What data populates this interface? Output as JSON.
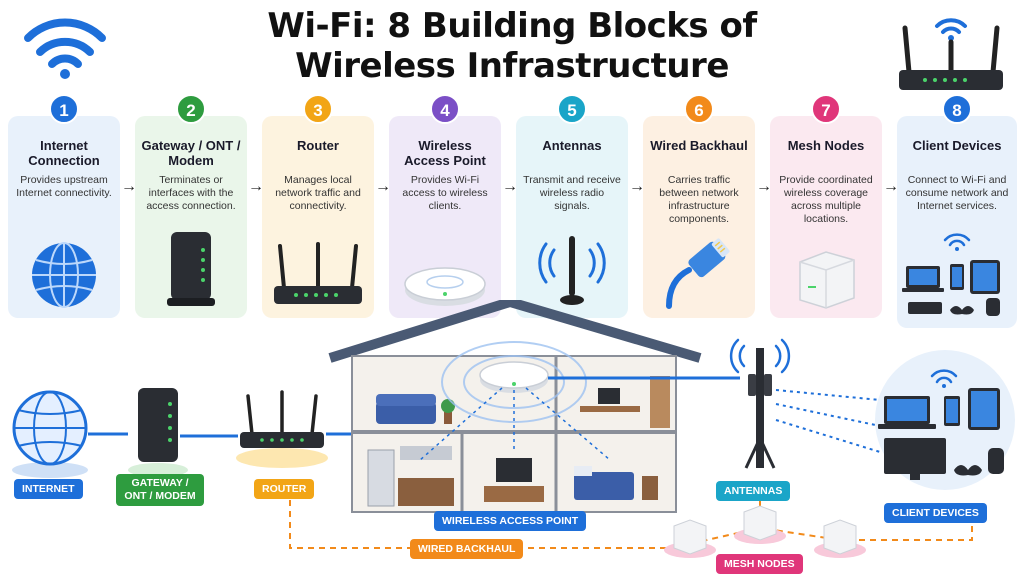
{
  "title_line1": "Wi-Fi: 8 Building Blocks of",
  "title_line2": "Wireless Infrastructure",
  "cards": [
    {
      "num": "1",
      "title": "Internet Connection",
      "desc": "Provides upstream Internet connectivity.",
      "color": "#1e6fd9",
      "bg": "#e8f1fb",
      "icon": "globe-icon"
    },
    {
      "num": "2",
      "title": "Gateway / ONT / Modem",
      "desc": "Terminates or interfaces with the access connection.",
      "color": "#2e9c3f",
      "bg": "#eaf6ea",
      "icon": "modem-icon"
    },
    {
      "num": "3",
      "title": "Router",
      "desc": "Manages local network traffic and connectivity.",
      "color": "#f2a516",
      "bg": "#fdf3df",
      "icon": "router-icon"
    },
    {
      "num": "4",
      "title": "Wireless Access Point",
      "desc": "Provides Wi-Fi access to wireless clients.",
      "color": "#7b4fc6",
      "bg": "#efe9f8",
      "icon": "access-point-icon"
    },
    {
      "num": "5",
      "title": "Antennas",
      "desc": "Transmit and receive wireless radio signals.",
      "color": "#1aa5c8",
      "bg": "#e6f5f9",
      "icon": "antenna-icon"
    },
    {
      "num": "6",
      "title": "Wired Backhaul",
      "desc": "Carries traffic between network infrastructure components.",
      "color": "#f28a1a",
      "bg": "#fdf0e2",
      "icon": "ethernet-cable-icon"
    },
    {
      "num": "7",
      "title": "Mesh Nodes",
      "desc": "Provide coordinated wireless coverage across multiple locations.",
      "color": "#e0367a",
      "bg": "#fbe9f0",
      "icon": "mesh-node-icon"
    },
    {
      "num": "8",
      "title": "Client Devices",
      "desc": "Connect to Wi-Fi and consume network and Internet services.",
      "color": "#1e6fd9",
      "bg": "#e8f1fb",
      "icon": "devices-icon"
    }
  ],
  "arrow_glyph": "→",
  "diagram_labels": {
    "internet": "INTERNET",
    "gateway": "GATEWAY / ONT / MODEM",
    "router": "ROUTER",
    "wap": "WIRELESS ACCESS POINT",
    "antennas": "ANTENNAS",
    "client": "CLIENT DEVICES",
    "backhaul": "WIRED BACKHAUL",
    "mesh": "MESH NODES"
  },
  "colors": {
    "blue": "#1e6fd9",
    "green": "#2e9c3f",
    "orange": "#f2a516",
    "cyan": "#1aa5c8",
    "pink": "#e0367a",
    "dark_orange": "#f28a1a"
  }
}
